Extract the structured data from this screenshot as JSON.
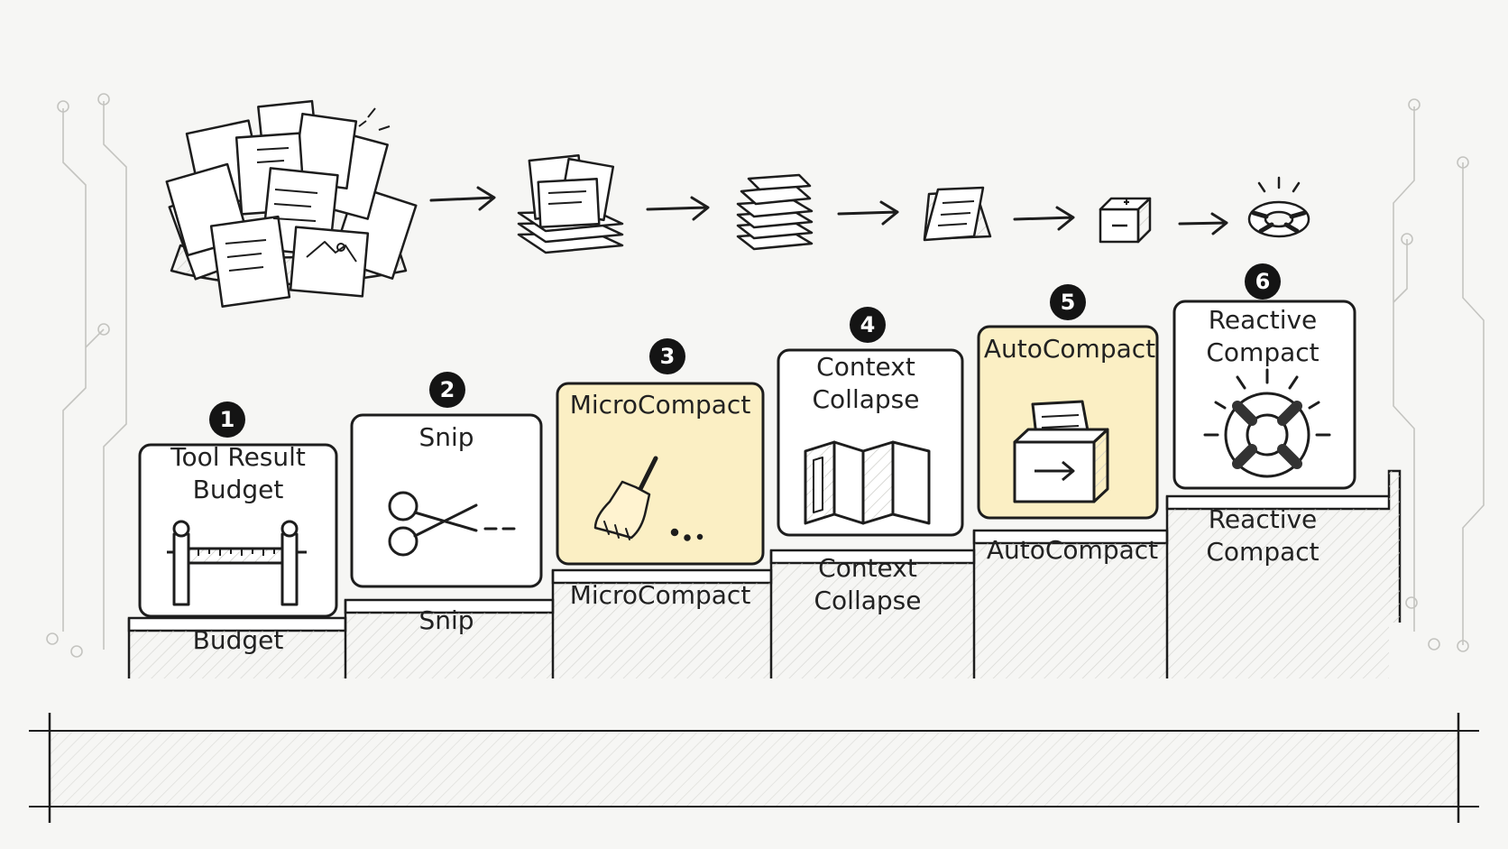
{
  "colors": {
    "ink": "#1d1d1d",
    "background": "#f6f6f4",
    "card": "#ffffff",
    "highlight": "#fbefc4",
    "hatch": "#c9c9c4"
  },
  "stages": [
    {
      "number": "1",
      "title_lines": [
        "Tool Result",
        "Budget"
      ],
      "step_label": "Budget",
      "icon": "rope-barrier-icon",
      "highlighted": false
    },
    {
      "number": "2",
      "title_lines": [
        "Snip"
      ],
      "step_label": "Snip",
      "icon": "scissors-icon",
      "highlighted": false
    },
    {
      "number": "3",
      "title_lines": [
        "MicroCompact"
      ],
      "step_label": "MicroCompact",
      "icon": "broom-icon",
      "highlighted": true
    },
    {
      "number": "4",
      "title_lines": [
        "Context",
        "Collapse"
      ],
      "step_label": "Context\nCollapse",
      "icon": "folded-map-icon",
      "highlighted": false
    },
    {
      "number": "5",
      "title_lines": [
        "AutoCompact"
      ],
      "step_label": "AutoCompact",
      "icon": "archive-box-icon",
      "highlighted": true
    },
    {
      "number": "6",
      "title_lines": [
        "Reactive",
        "Compact"
      ],
      "step_label": "Reactive\nCompact",
      "icon": "life-ring-icon",
      "highlighted": false
    }
  ],
  "flow_icons": [
    "document-pile-icon",
    "document-stack-icon",
    "flat-stack-icon",
    "single-document-icon",
    "cube-icon",
    "life-ring-icon"
  ]
}
